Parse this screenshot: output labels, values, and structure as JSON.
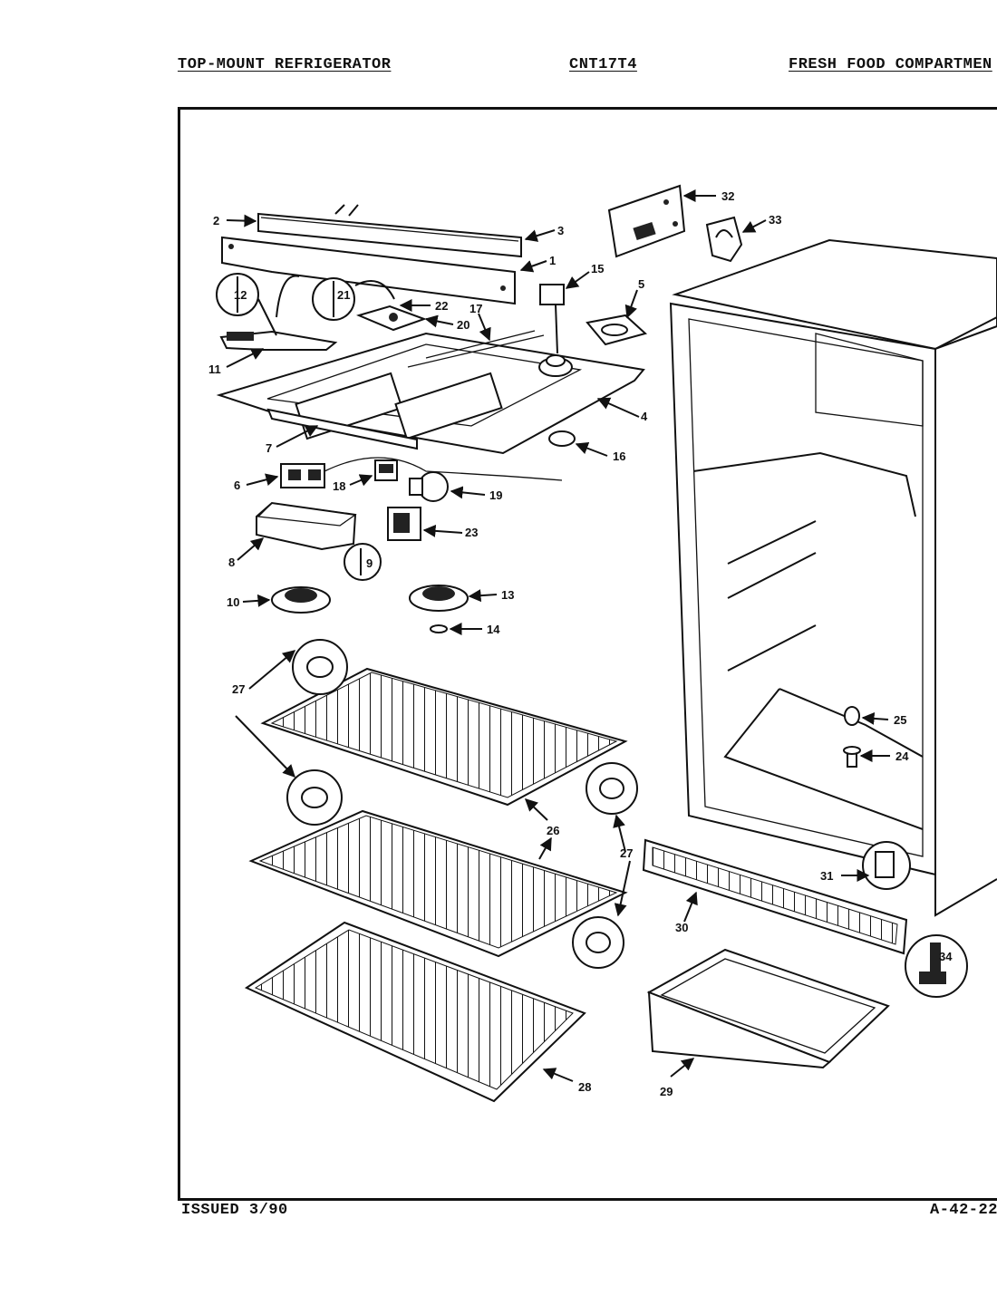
{
  "header": {
    "left": "TOP-MOUNT REFRIGERATOR",
    "model": "CNT17T4",
    "right": "FRESH FOOD COMPARTMEN"
  },
  "footer": {
    "issued": "ISSUED 3/90",
    "page_code": "A-42-22"
  },
  "callouts": [
    "1",
    "2",
    "3",
    "4",
    "5",
    "6",
    "7",
    "8",
    "9",
    "10",
    "11",
    "12",
    "13",
    "14",
    "15",
    "16",
    "17",
    "18",
    "19",
    "20",
    "21",
    "22",
    "23",
    "24",
    "25",
    "26",
    "27",
    "27",
    "28",
    "29",
    "30",
    "31",
    "32",
    "33",
    "34"
  ]
}
